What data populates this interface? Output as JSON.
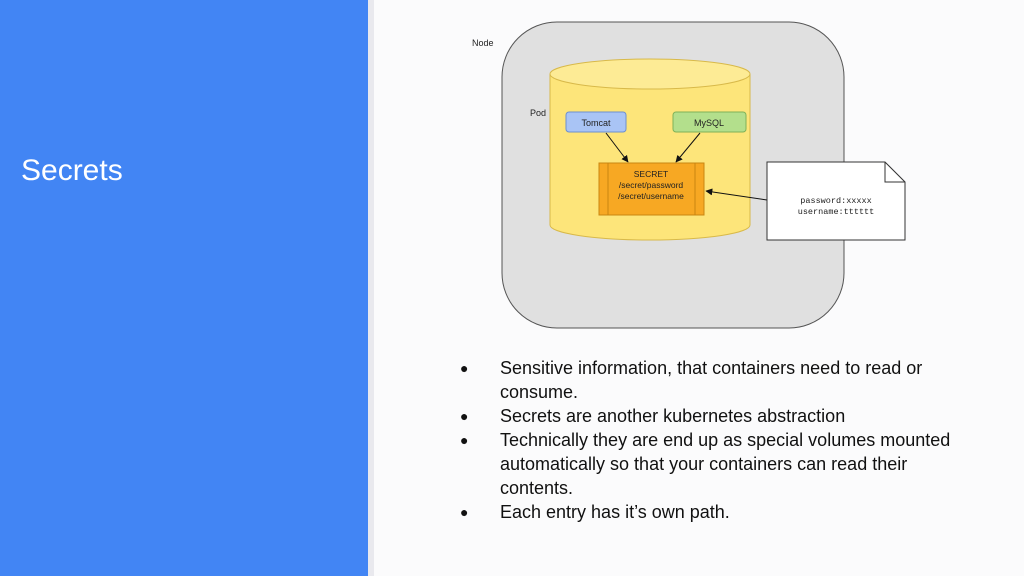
{
  "slide": {
    "title": "Secrets"
  },
  "diagram": {
    "node_label": "Node",
    "pod_label": "Pod",
    "tomcat_label": "Tomcat",
    "mysql_label": "MySQL",
    "secret_lines": [
      "SECRET",
      "/secret/password",
      "/secret/username"
    ],
    "file_lines": [
      "password:xxxxx",
      "username:tttttt"
    ]
  },
  "bullets": [
    "Sensitive information, that containers need to read or consume.",
    "Secrets are another kubernetes abstraction",
    "Technically they are end up as special volumes mounted automatically so that your containers can read their contents.",
    "Each entry has it’s own path."
  ],
  "colors": {
    "sidebar": "#4285f4",
    "node_fill": "#e0e0e0",
    "pod_fill": "#fde57a",
    "tomcat_fill": "#a9c4f5",
    "mysql_fill": "#b3df8c",
    "secret_fill": "#f7a823"
  }
}
